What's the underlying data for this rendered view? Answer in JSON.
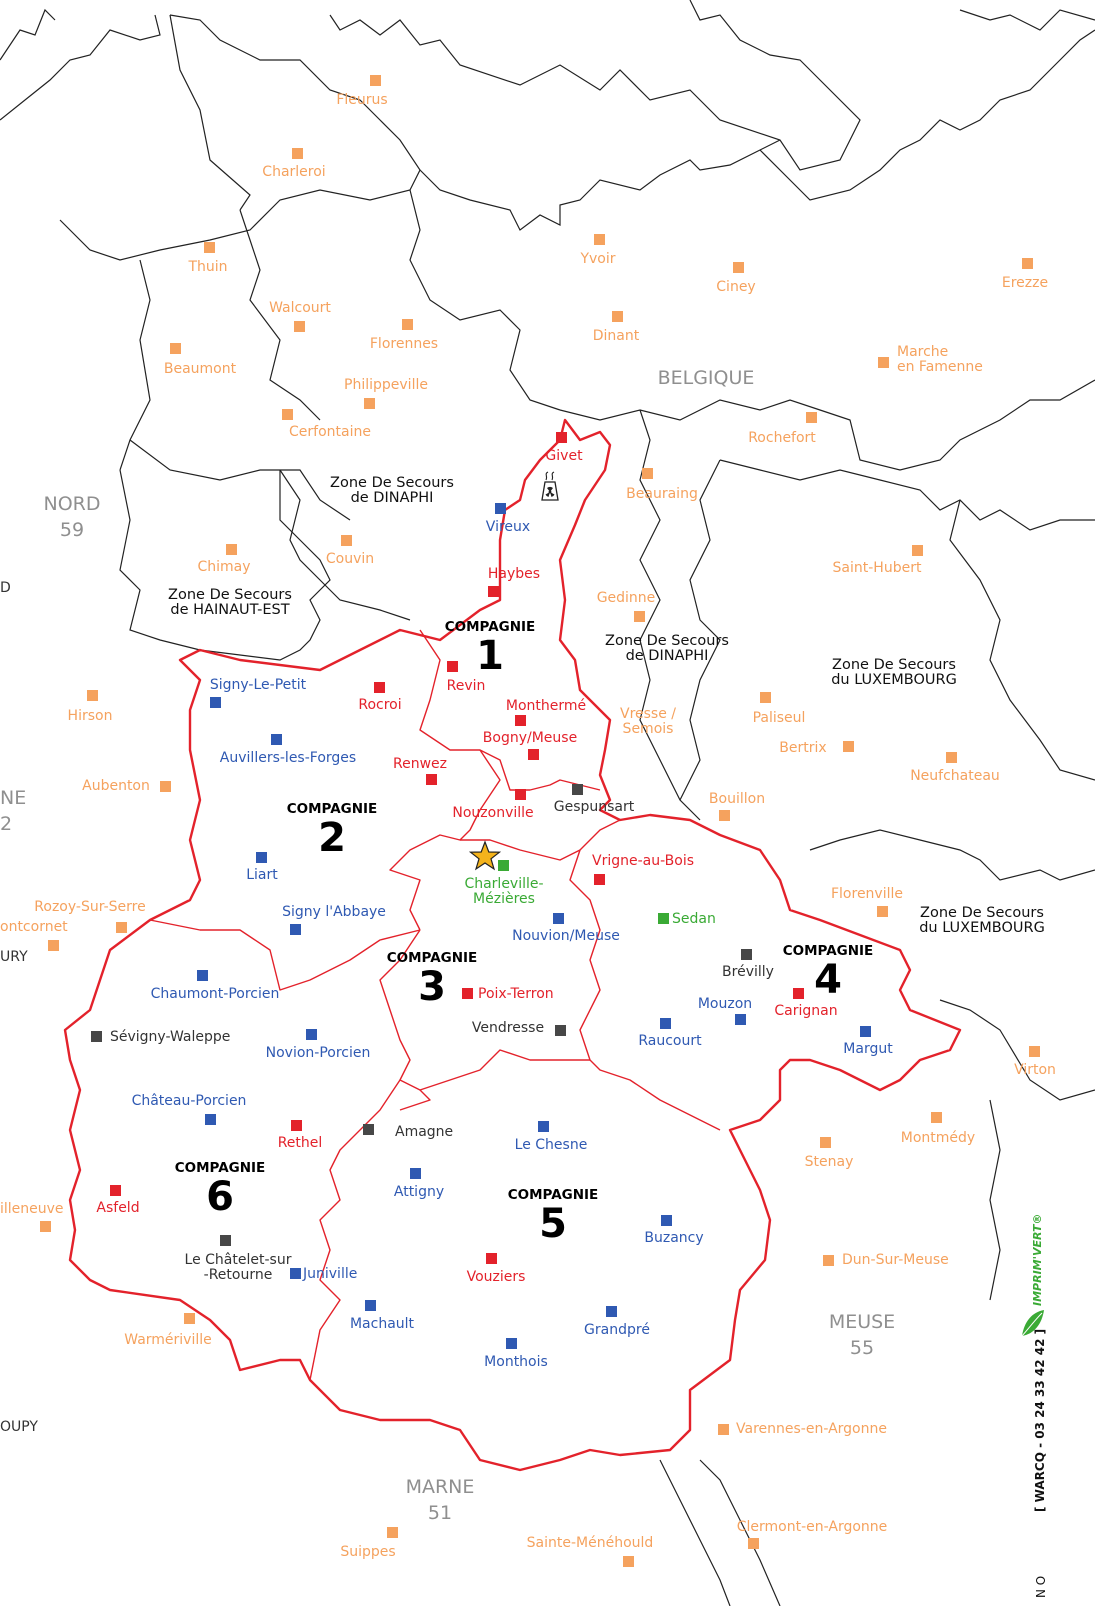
{
  "colors": {
    "neighbor_town": "#f5a25e",
    "red_town": "#e3222b",
    "blue_town": "#2f59b2",
    "dark_town": "#474747",
    "green_town": "#3aaa35",
    "ardennes_border": "#e3222b",
    "boundary": "#222222",
    "region_label": "#8f8f8f"
  },
  "regions": {
    "belgique": "BELGIQUE",
    "nord_name": "NORD",
    "nord_code": "59",
    "meuse_name": "MEUSE",
    "meuse_code": "55",
    "marne_name": "MARNE",
    "marne_code": "51",
    "aisne_fragment": "NE",
    "aisne_code_fragment": "2"
  },
  "zones": {
    "dinaphi_1_l1": "Zone De Secours",
    "dinaphi_1_l2": "de DINAPHI",
    "hainaut_l1": "Zone De Secours",
    "hainaut_l2": "de HAINAUT-EST",
    "dinaphi_2_l1": "Zone De Secours",
    "dinaphi_2_l2": "de DINAPHI",
    "lux_1_l1": "Zone De Secours",
    "lux_1_l2": "du LUXEMBOURG",
    "lux_2_l1": "Zone De Secours",
    "lux_2_l2": "du LUXEMBOURG"
  },
  "companies": {
    "title": "COMPAGNIE",
    "c1": "1",
    "c2": "2",
    "c3": "3",
    "c4": "4",
    "c5": "5",
    "c6": "6"
  },
  "orange_towns": {
    "fleurus": "Fleurus",
    "charleroi": "Charleroi",
    "thuin": "Thuin",
    "yvoir": "Yvoir",
    "ciney": "Ciney",
    "erezze": "Erezze",
    "walcourt": "Walcourt",
    "florennes": "Florennes",
    "dinant": "Dinant",
    "beaumont": "Beaumont",
    "philippeville": "Philippeville",
    "marche_l1": "Marche",
    "marche_l2": "en Famenne",
    "cerfontaine": "Cerfontaine",
    "rochefort": "Rochefort",
    "beauraing": "Beauraing",
    "chimay": "Chimay",
    "couvin": "Couvin",
    "saint_hubert": "Saint-Hubert",
    "gedinne": "Gedinne",
    "hirson": "Hirson",
    "vresse_l1": "Vresse /",
    "vresse_l2": "Semois",
    "paliseul": "Paliseul",
    "bertrix": "Bertrix",
    "neufchateau": "Neufchateau",
    "aubenton": "Aubenton",
    "bouillon": "Bouillon",
    "florenville": "Florenville",
    "rozoy": "Rozoy-Sur-Serre",
    "montcornet": "ontcornet",
    "virton": "Virton",
    "montmedy": "Montmédy",
    "stenay": "Stenay",
    "neuflize": "illeneuve",
    "dun": "Dun-Sur-Meuse",
    "warmeriville": "Warmériville",
    "varennes": "Varennes-en-Argonne",
    "clermont": "Clermont-en-Argonne",
    "sainte_menehould": "Sainte-Ménéhould",
    "suippes": "Suippes"
  },
  "fragments": {
    "d_left": "D",
    "ury": "URY",
    "oupy": "OUPY"
  },
  "red_towns": {
    "givet": "Givet",
    "haybes": "Haybes",
    "revin": "Revin",
    "rocroi": "Rocroi",
    "monthermé": "Monthermé",
    "bogny": "Bogny/Meuse",
    "renwez": "Renwez",
    "nouzonville": "Nouzonville",
    "vrigne": "Vrigne-au-Bois",
    "poix": "Poix-Terron",
    "carignan": "Carignan",
    "rethel": "Rethel",
    "asfeld": "Asfeld",
    "vouziers": "Vouziers"
  },
  "blue_towns": {
    "vireux": "Vireux",
    "signy_petit": "Signy-Le-Petit",
    "auvillers": "Auvillers-les-Forges",
    "liart": "Liart",
    "signy_abbaye": "Signy l'Abbaye",
    "nouvion_meuse": "Nouvion/Meuse",
    "chaumont": "Chaumont-Porcien",
    "novion": "Novion-Porcien",
    "mouzon": "Mouzon",
    "raucourt": "Raucourt",
    "margut": "Margut",
    "chateau_porcien": "Château-Porcien",
    "le_chesne": "Le Chesne",
    "attigny": "Attigny",
    "buzancy": "Buzancy",
    "juniville": "Juniville",
    "machault": "Machault",
    "grandpre": "Grandpré",
    "monthois": "Monthois"
  },
  "dark_towns": {
    "gespunsart": "Gespunsart",
    "brevilly": "Brévilly",
    "sevigny": "Sévigny-Waleppe",
    "vendresse": "Vendresse",
    "amagne": "Amagne",
    "chatelet_l1": "Le Châtelet-sur",
    "chatelet_l2": "-Retourne"
  },
  "green_towns": {
    "charleville_l1": "Charleville-",
    "charleville_l2": "Mézières",
    "sedan": "Sedan"
  },
  "sidebar": {
    "imprim": "IMPRIM'VERT",
    "reg": "®",
    "phone": "[ WARCQ - 03 24 33 42 42 ]",
    "mini": "N O"
  }
}
